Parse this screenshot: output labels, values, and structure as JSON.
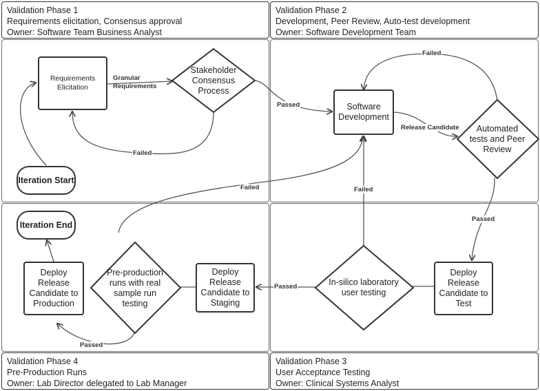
{
  "phases": {
    "p1": {
      "title": "Validation Phase 1",
      "line2": "Requirements elicitation, Consensus approval",
      "owner": "Owner: Software Team Business Analyst"
    },
    "p2": {
      "title": "Validation Phase 2",
      "line2": "Development, Peer Review, Auto-test development",
      "owner": "Owner: Software Development Team"
    },
    "p3": {
      "title": "Validation Phase 3",
      "line2": "User Acceptance Testing",
      "owner": "Owner: Clinical Systems Analyst"
    },
    "p4": {
      "title": "Validation Phase 4",
      "line2": "Pre-Production Runs",
      "owner": "Owner: Lab Director delegated to Lab Manager"
    }
  },
  "nodes": {
    "requirements": [
      "Requirements",
      "Elicitation"
    ],
    "stakeholder": [
      "Stakeholder",
      "Consensus",
      "Process"
    ],
    "software_dev": [
      "Software",
      "Development"
    ],
    "automated": [
      "Automated",
      "tests and Peer",
      "Review"
    ],
    "deploy_test": [
      "Deploy",
      "Release",
      "Candidate to",
      "Test"
    ],
    "insilico": [
      "In-silico laboratory",
      "user testing"
    ],
    "deploy_staging": [
      "Deploy",
      "Release",
      "Candidate to",
      "Staging"
    ],
    "preprod": [
      "Pre-production",
      "runs with real",
      "sample run",
      "testing"
    ],
    "deploy_prod": [
      "Deploy",
      "Release",
      "Candidate to",
      "Production"
    ],
    "iteration_start": "Iteration Start",
    "iteration_end": "Iteration End"
  },
  "edges": {
    "granular": [
      "Granular",
      "Requirements"
    ],
    "failed_1": "Failed",
    "passed_1": "Passed",
    "release_candidate": "Release Candidate",
    "failed_2": "Failed",
    "passed_2": "Passed",
    "failed_3": "Failed",
    "passed_3": "Passed",
    "failed_4": "Failed",
    "passed_4": "Passed"
  }
}
